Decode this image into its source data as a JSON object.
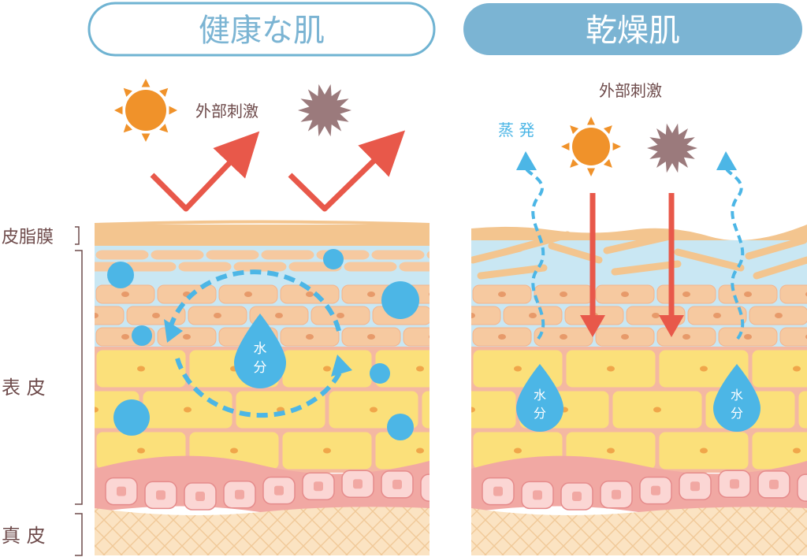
{
  "left_panel": {
    "title": "健康な肌",
    "stimulus_label": "外部刺激",
    "water_label_line1": "水",
    "water_label_line2": "分"
  },
  "right_panel": {
    "title": "乾燥肌",
    "stimulus_label": "外部刺激",
    "evaporation_label": "蒸 発",
    "water_label_line1": "水",
    "water_label_line2": "分"
  },
  "side_labels": {
    "sebum": "皮脂膜",
    "epidermis": "表 皮",
    "dermis": "真 皮"
  },
  "colors": {
    "healthy_title_border": "#6fb3d2",
    "dry_title_fill": "#7bb4d3",
    "sun": "#f0922a",
    "irritant": "#9b7a7c",
    "arrow": "#e8584a",
    "water": "#4cb6e6",
    "sebum": "#f3c58f",
    "skin_upper": "#f6c9a0",
    "skin_mid": "#fbe07a",
    "basal": "#f1a8a3",
    "dermis": "#fbe3c2"
  }
}
